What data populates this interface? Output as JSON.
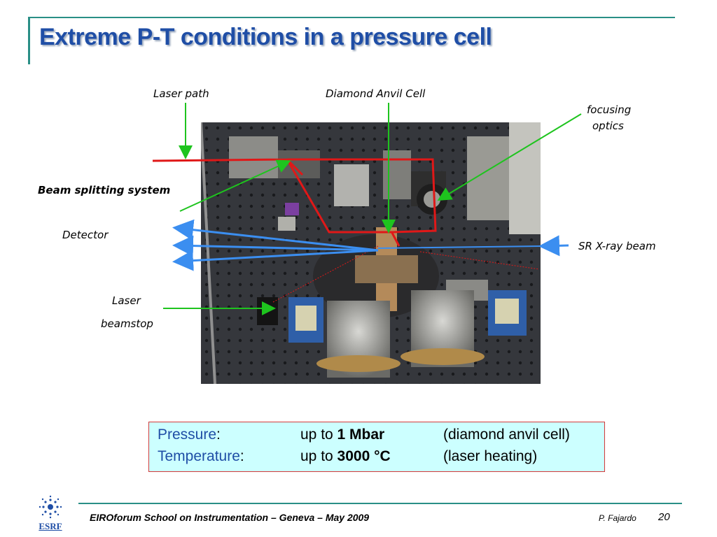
{
  "slide": {
    "title": "Extreme P-T conditions in a pressure cell"
  },
  "labels": {
    "laser_path": "Laser path",
    "diamond_anvil_cell": "Diamond Anvil Cell",
    "focusing_optics_line1": "focusing",
    "focusing_optics_line2": "optics",
    "beam_splitting": "Beam splitting system",
    "detector": "Detector",
    "sr_xray_beam": "SR X-ray beam",
    "laser_beamstop_line1": "Laser",
    "laser_beamstop_line2": "beamstop"
  },
  "info_box": {
    "rows": [
      {
        "name": "Pressure",
        "colon": ":",
        "prefix": "up to ",
        "value": "1 Mbar",
        "note": "(diamond anvil cell)"
      },
      {
        "name": "Temperature",
        "colon": ":",
        "prefix": "up to ",
        "value": "3000 °C",
        "note": "(laser heating)"
      }
    ]
  },
  "footer": {
    "event": "EIROforum School on Instrumentation – Geneva – May 2009",
    "author": "P. Fajardo",
    "page": "20",
    "logo_text": "ESRF"
  },
  "colors": {
    "title": "#1f4ea6",
    "accent_rule": "#2a8f86",
    "laser_arrow": "#e01818",
    "pointer_arrow": "#1ec41e",
    "xray_arrow": "#3b8ef0",
    "info_bg": "#ccffff",
    "info_border": "#d23a3a"
  },
  "photo": {
    "description_icon": "experimental-setup-photo"
  }
}
